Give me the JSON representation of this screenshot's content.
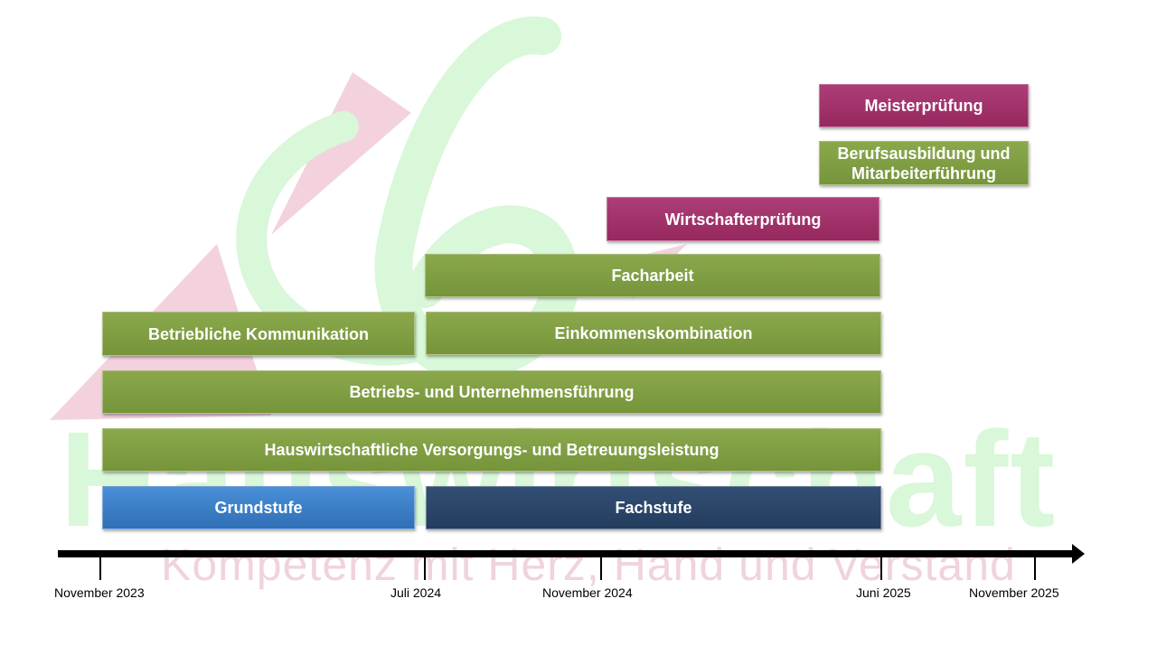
{
  "watermark": {
    "large_text": "Hauswirtschaft",
    "slogan": "Kompetenz mit Herz, Hand und Verstand"
  },
  "bars": {
    "meisterpruefung": "Meisterprüfung",
    "berufsausbildung_line1": "Berufsausbildung und",
    "berufsausbildung_line2": "Mitarbeiterführung",
    "wirtschafterpruefung": "Wirtschafterprüfung",
    "facharbeit": "Facharbeit",
    "betriebliche_kommunikation": "Betriebliche Kommunikation",
    "einkommenskombination": "Einkommenskombination",
    "betriebsfuehrung": "Betriebs- und Unternehmensführung",
    "hauswirtschaftliche": "Hauswirtschaftliche Versorgungs- und Betreuungsleistung",
    "grundstufe": "Grundstufe",
    "fachstufe": "Fachstufe"
  },
  "timeline": {
    "ticks": [
      "November 2023",
      "Juli 2024",
      "November 2024",
      "Juni 2025",
      "November 2025"
    ]
  },
  "colors": {
    "green": "#7e9c40",
    "magenta": "#a3336b",
    "blue": "#3b7fc8",
    "navy": "#2b4668",
    "watermark_green": "#d9f7d9",
    "watermark_pink": "#f0d3dc"
  }
}
